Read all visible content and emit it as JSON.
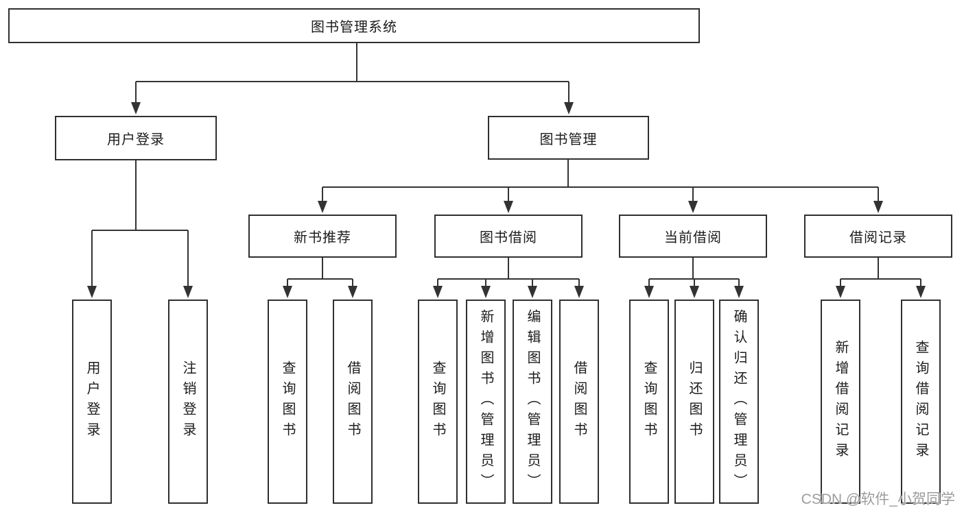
{
  "diagram_title": "图书管理系统",
  "colors": {
    "line": "#333333",
    "box_border": "#2f2f2f",
    "text": "#1c1c1c",
    "watermark_text": "#9c9c9c",
    "background": "#ffffff"
  },
  "tree": {
    "root": {
      "label": "图书管理系统",
      "children": [
        {
          "label": "用户登录",
          "children": [
            {
              "label": "用户登录"
            },
            {
              "label": "注销登录"
            }
          ]
        },
        {
          "label": "图书管理",
          "children": [
            {
              "label": "新书推荐",
              "children": [
                {
                  "label": "查询图书"
                },
                {
                  "label": "借阅图书"
                }
              ]
            },
            {
              "label": "图书借阅",
              "children": [
                {
                  "label": "查询图书"
                },
                {
                  "label": "新增图书（管理员）"
                },
                {
                  "label": "编辑图书（管理员）"
                },
                {
                  "label": "借阅图书"
                }
              ]
            },
            {
              "label": "当前借阅",
              "children": [
                {
                  "label": "查询图书"
                },
                {
                  "label": "归还图书"
                },
                {
                  "label": "确认归还（管理员）"
                }
              ]
            },
            {
              "label": "借阅记录",
              "children": [
                {
                  "label": "新增借阅记录"
                },
                {
                  "label": "查询借阅记录"
                }
              ]
            }
          ]
        }
      ]
    }
  },
  "watermark": {
    "text": "CSDN @软件_小贺同学"
  }
}
